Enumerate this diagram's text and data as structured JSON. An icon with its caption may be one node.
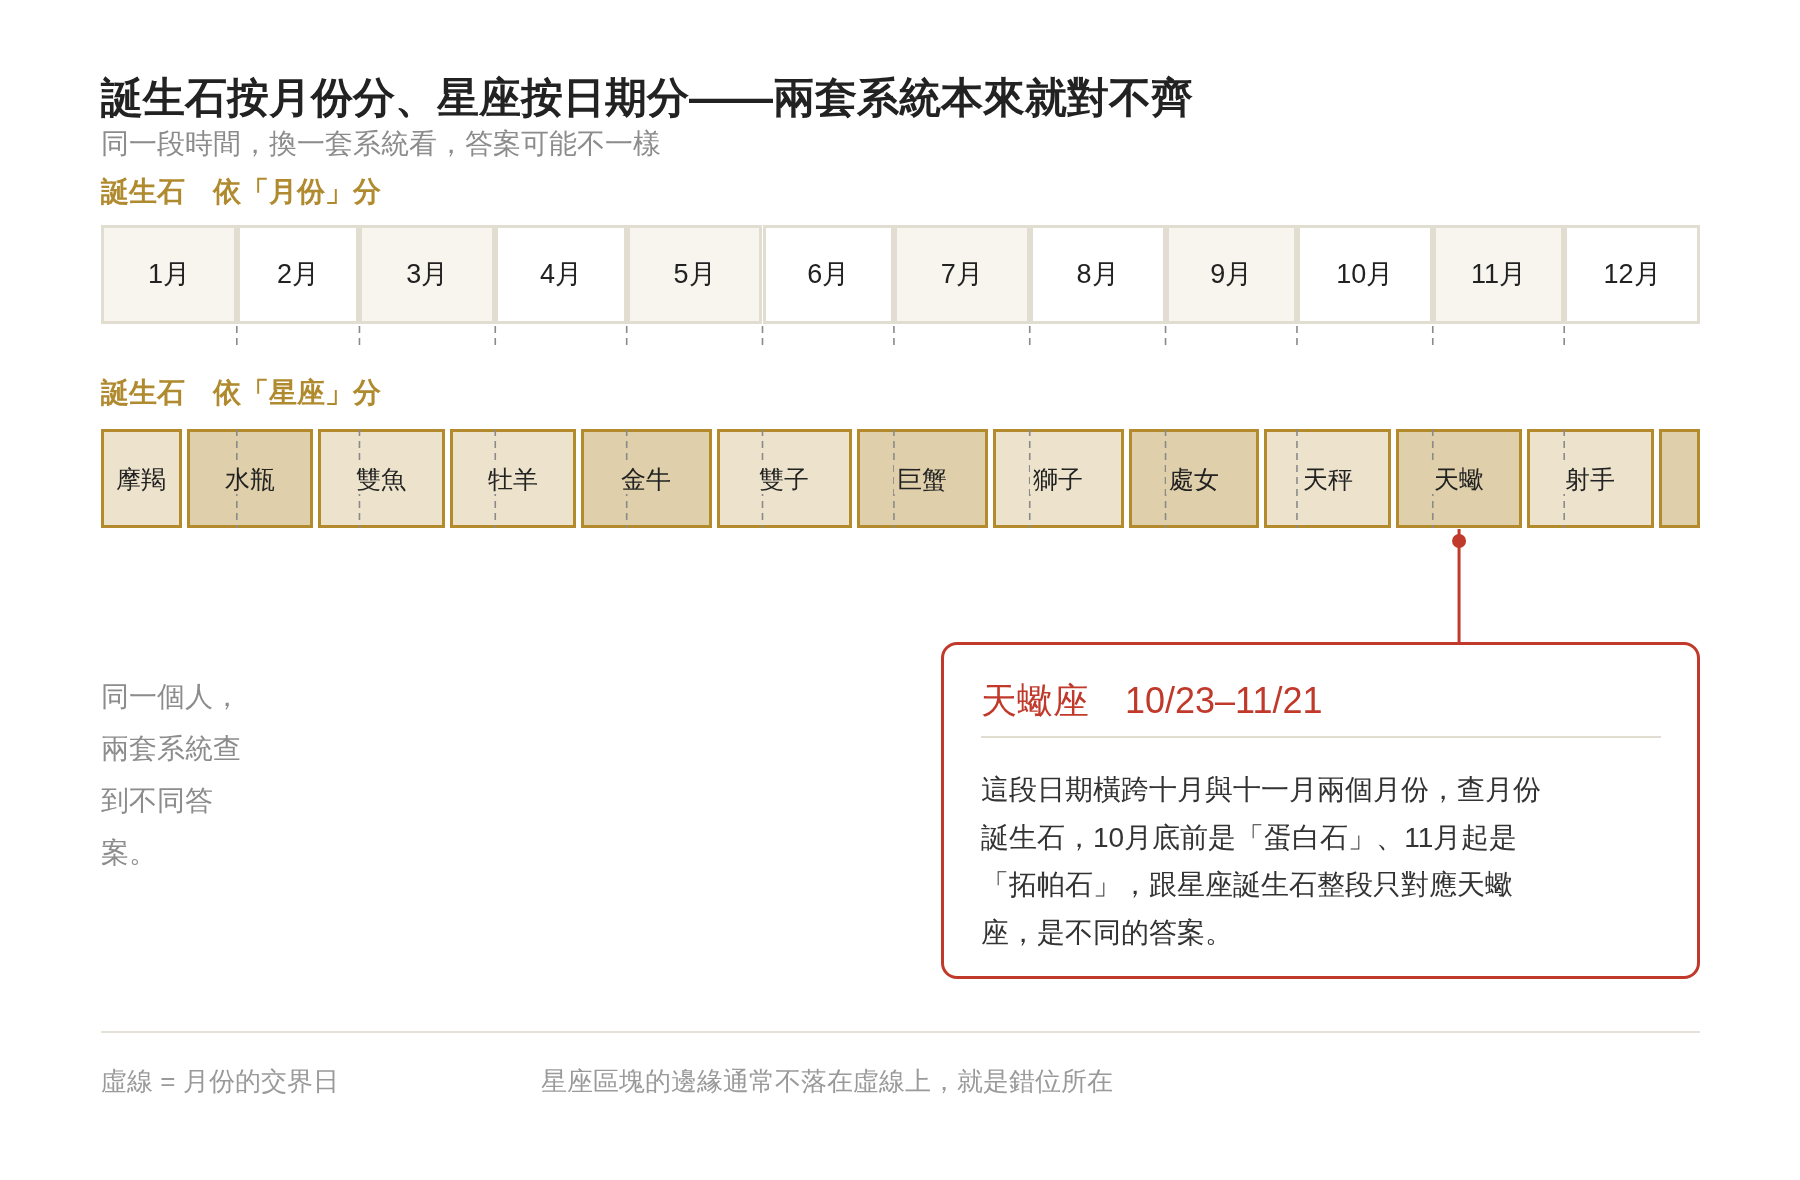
{
  "diagram": {
    "title": "誕生石按月份分、星座按日期分——兩套系統本來就對不齊",
    "nodes": [
      {
        "text": [
          "1月"
        ]
      },
      {
        "text": [
          "2月"
        ]
      },
      {
        "text": [
          "3月"
        ]
      },
      {
        "text": [
          "4月"
        ]
      },
      {
        "text": [
          "5月"
        ]
      },
      {
        "text": [
          "6月"
        ]
      },
      {
        "text": [
          "7月"
        ]
      },
      {
        "text": [
          "8月"
        ]
      },
      {
        "text": [
          "9月"
        ]
      },
      {
        "text": [
          "10月"
        ]
      },
      {
        "text": [
          "11月"
        ]
      },
      {
        "text": [
          "12月"
        ]
      },
      {
        "text": [
          "摩羯"
        ]
      },
      {
        "text": [
          "水瓶"
        ]
      },
      {
        "text": [
          "雙魚"
        ]
      },
      {
        "text": [
          "牡羊"
        ]
      },
      {
        "text": [
          "金牛"
        ]
      },
      {
        "text": [
          "雙子"
        ]
      },
      {
        "text": [
          "巨蟹"
        ]
      },
      {
        "text": [
          "獅子"
        ]
      },
      {
        "text": [
          "處女"
        ]
      },
      {
        "text": [
          "天秤"
        ]
      },
      {
        "text": [
          "天蠍"
        ]
      },
      {
        "text": [
          "射手"
        ]
      },
      {
        "text": [],
        "shape": "box"
      },
      {
        "text": [
          "天蠍座　10/23–11/21",
          "這段日期橫跨十月與十一月兩個月份，查月份誕生石，10月底前是「蛋白石」、11月起是「拓帕石」，跟星座誕生石整段只對應天蠍座，是不同的答案。"
        ]
      }
    ],
    "edges": [
      {
        "from": 22,
        "to": 25,
        "arrow": "other"
      }
    ],
    "labels": [
      "同一段時間，換一套系統看，答案可能不一樣",
      "誕生石　依「月份」分",
      "誕生石　依「星座」分",
      "同一個人，兩套系統查到不同答案。",
      "虛線 = 月份的交界日",
      "星座區塊的邊緣通常不落在虛線上，就是錯位所在"
    ]
  }
}
